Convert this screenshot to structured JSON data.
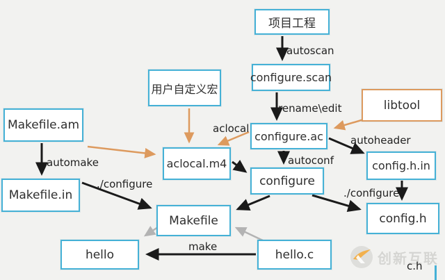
{
  "diagram": {
    "type": "flowchart",
    "topic": "autotools build flow",
    "nodes": {
      "project": {
        "label": "项目工程"
      },
      "configure_scan": {
        "label": "configure.scan"
      },
      "user_macros": {
        "label": "用户自定义宏"
      },
      "configure_ac": {
        "label": "configure.ac"
      },
      "libtool": {
        "label": "libtool"
      },
      "aclocal_m4": {
        "label": "aclocal.m4"
      },
      "configure": {
        "label": "configure"
      },
      "config_h_in": {
        "label": "config.h.in"
      },
      "config_h": {
        "label": "config.h"
      },
      "makefile_am": {
        "label": "Makefile.am"
      },
      "makefile_in": {
        "label": "Makefile.in"
      },
      "makefile": {
        "label": "Makefile"
      },
      "hello": {
        "label": "hello"
      },
      "hello_c": {
        "label": "hello.c"
      },
      "c_h_partial": {
        "label": "c.h"
      }
    },
    "edge_labels": {
      "autoscan": "autoscan",
      "rename_edit": "rename\\edit",
      "aclocal": "aclocal",
      "autoconf": "autoconf",
      "autoheader": "autoheader",
      "configure_right": "./configure",
      "configure_left": "./configure",
      "automake": "automake",
      "make": "make"
    },
    "colors": {
      "node_border_blue": "#45b1d6",
      "node_border_orange": "#dd9a5e",
      "arrow_black": "#1a1a1a",
      "arrow_orange": "#dd9a5e",
      "arrow_gray": "#b3b3b3",
      "background": "#f2f2f0"
    }
  },
  "watermark": {
    "brand": "创新互联"
  }
}
